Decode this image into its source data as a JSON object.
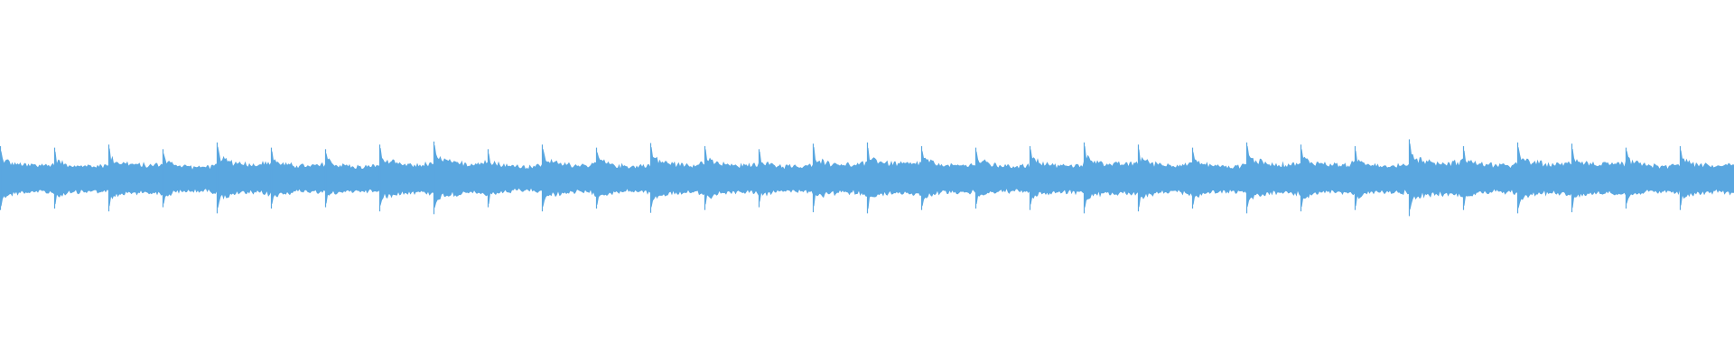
{
  "waveform": {
    "color": "#5aa7e0",
    "background": "#ffffff",
    "segment_count": 32,
    "segment_peaks": [
      1.0,
      0.95,
      1.05,
      0.9,
      1.12,
      0.95,
      0.9,
      1.05,
      1.15,
      0.9,
      1.05,
      0.95,
      1.1,
      1.0,
      0.9,
      1.08,
      1.12,
      1.0,
      0.95,
      1.0,
      1.12,
      1.05,
      0.95,
      1.12,
      1.05,
      1.0,
      1.22,
      1.0,
      1.12,
      1.08,
      0.95,
      1.0
    ]
  }
}
